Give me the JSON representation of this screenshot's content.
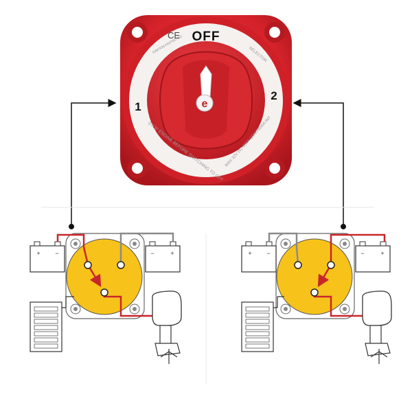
{
  "switch": {
    "off_label": "OFF",
    "pos1_label": "1",
    "pos2_label": "2",
    "ce_mark": "CE",
    "brand_letter": "e",
    "ring_text_ignition": "IGNITION PROTECTED",
    "ring_text_selector": "SELECTOR",
    "ring_text_warning": "STOP ENGINE BEFORE SWITCHING TO OFF",
    "ring_text_rating": "MAX 32V DC-300A CONT/600A INT"
  },
  "battery_symbols": {
    "plus": "+",
    "minus": "−"
  },
  "diagrams": [
    {
      "name": "position-1",
      "selected_battery": "left"
    },
    {
      "name": "position-2",
      "selected_battery": "right"
    }
  ],
  "colors": {
    "switch_red": "#d9232b",
    "dial_yellow": "#f7c31a",
    "wire_red": "#c8262a",
    "wire_gray": "#8a8a8a",
    "line_dark": "#222222"
  }
}
